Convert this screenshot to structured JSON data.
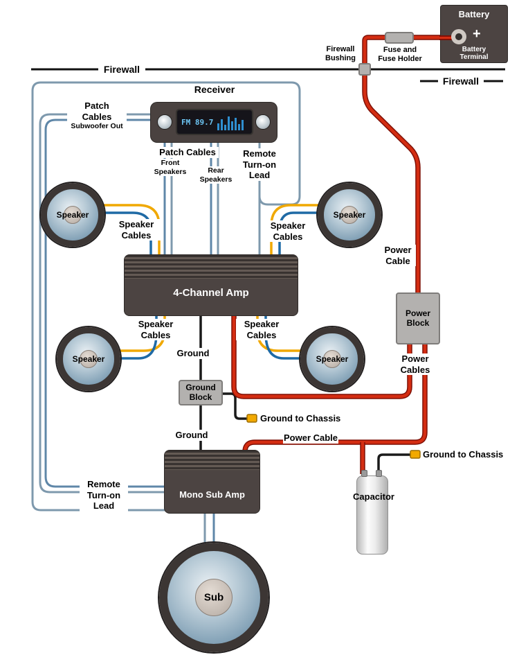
{
  "app": {
    "title": "Car Audio System Wiring Diagram"
  },
  "colors": {
    "power_cable_red": "#d42d12",
    "speaker_wire_yellow": "#f0a800",
    "speaker_wire_blue": "#1f6aa5",
    "signal_wire_steel": "#7e99ad",
    "ground_wire_black": "#1a1a1a",
    "component_dark_gray": "#4c4442",
    "block_light_gray": "#b3b1af"
  },
  "battery": {
    "title": "Battery",
    "plus_sign": "+",
    "terminal_label": "Battery\nTerminal"
  },
  "fuse": {
    "label": "Fuse and\nFuse Holder"
  },
  "firewall": {
    "label_left": "Firewall",
    "label_right": "Firewall",
    "bushing_label": "Firewall\nBushing"
  },
  "receiver": {
    "title": "Receiver",
    "display_text": "FM 89.7"
  },
  "patch_cables": {
    "subwoofer_title": "Patch\nCables",
    "subwoofer_subtitle": "Subwoofer Out",
    "amp_title": "Patch Cables",
    "front_label": "Front\nSpeakers",
    "rear_label": "Rear\nSpeakers"
  },
  "remote_lead": {
    "top_label": "Remote\nTurn-on\nLead",
    "bottom_label": "Remote\nTurn-on\nLead"
  },
  "speakers": {
    "speaker_label": "Speaker",
    "cables_label": "Speaker\nCables",
    "sub_label": "Sub"
  },
  "amplifiers": {
    "four_channel": "4-Channel Amp",
    "mono_sub": "Mono Sub Amp"
  },
  "power": {
    "cable_vertical_label": "Power\nCable",
    "block_label": "Power\nBlock",
    "cables_label": "Power\nCables",
    "cable_horizontal_label": "Power Cable"
  },
  "ground": {
    "amp_label": "Ground",
    "block_label": "Ground\nBlock",
    "chassis_label_1": "Ground to Chassis",
    "mono_label": "Ground",
    "chassis_label_2": "Ground to Chassis"
  },
  "capacitor": {
    "label": "Capacitor"
  }
}
